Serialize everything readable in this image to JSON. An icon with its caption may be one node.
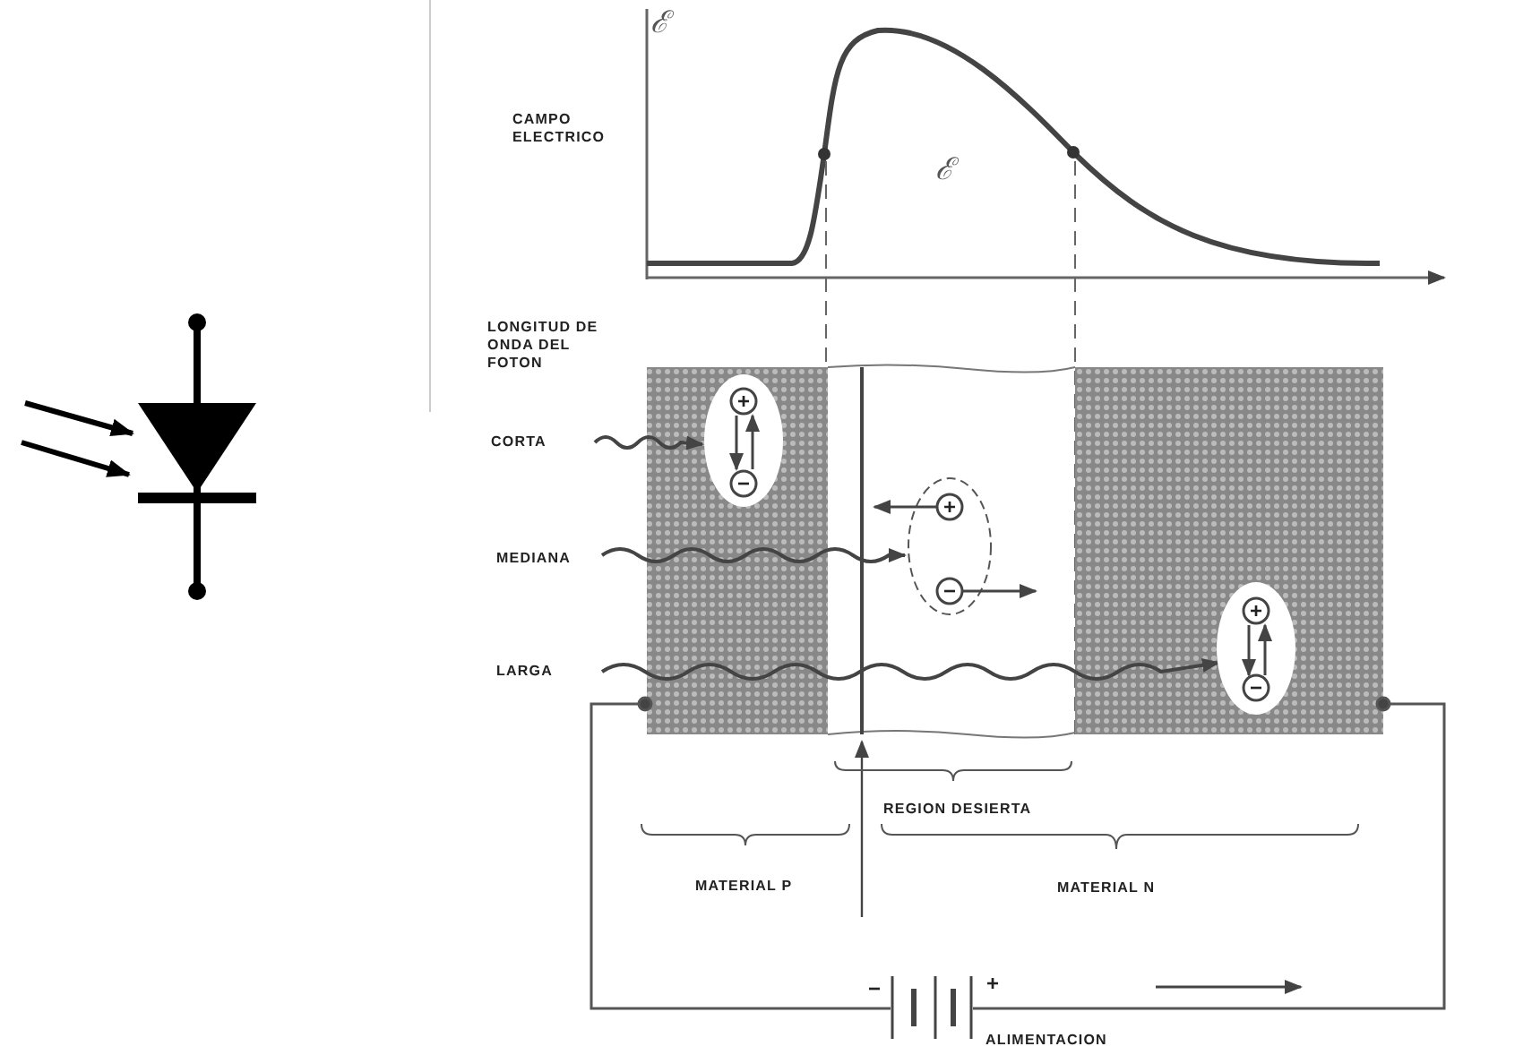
{
  "diagram": {
    "labels": [
      "ℰ",
      "CAMPO ELECTRICO",
      "ℰ",
      "LONGITUD DE ONDA DEL FOTON",
      "+",
      "CORTA",
      "−",
      "+",
      "MEDIANA",
      "−",
      "+",
      "LARGA",
      "−",
      "REGION DESIERTA",
      "MATERIAL P",
      "MATERIAL N",
      "−",
      "+",
      "ALIMENTACION"
    ]
  }
}
